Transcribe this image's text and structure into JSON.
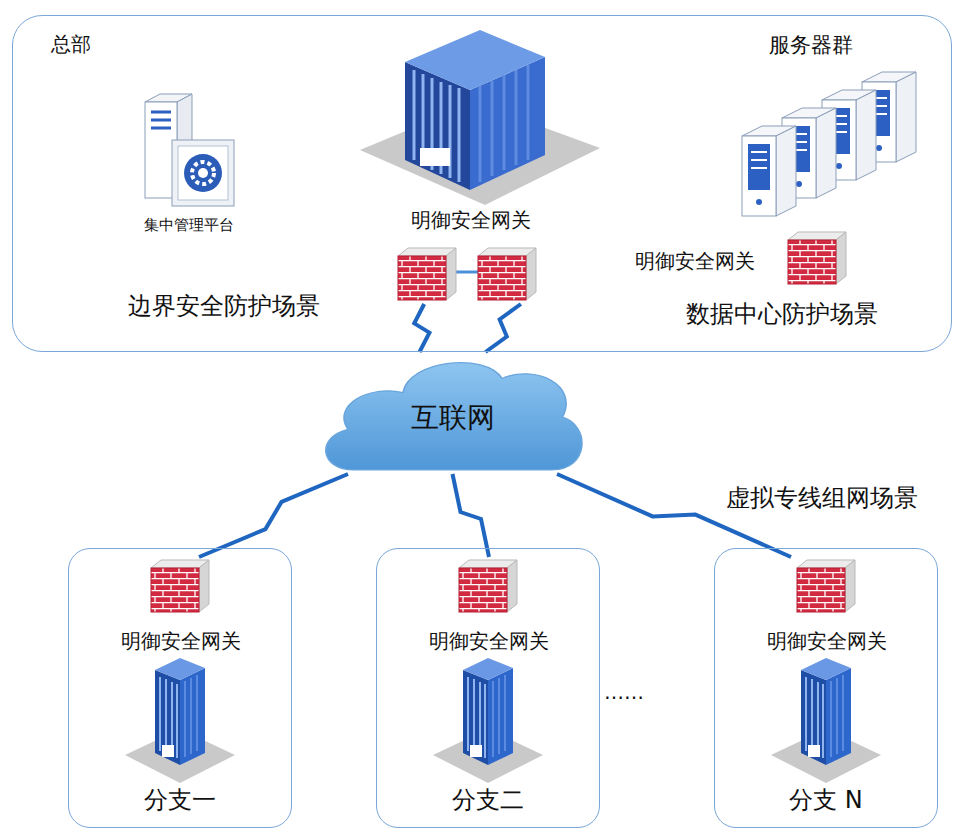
{
  "diagram": {
    "nodes": [
      {
        "text": [
          "总部"
        ]
      },
      {
        "text": [
          "集中管理平台"
        ],
        "in": 0
      },
      {
        "text": [
          "明御安全网关"
        ],
        "in": 0
      },
      {
        "text": [
          "服务器群"
        ],
        "in": 0
      },
      {
        "text": [
          "明御安全网关"
        ],
        "in": 0
      },
      {
        "text": [
          "互联网"
        ]
      },
      {
        "text": [
          "分支一"
        ]
      },
      {
        "text": [
          "明御安全网关"
        ],
        "in": 6
      },
      {
        "text": [
          "分支二"
        ]
      },
      {
        "text": [
          "明御安全网关"
        ],
        "in": 8
      },
      {
        "text": [
          "分支 N"
        ]
      },
      {
        "text": [
          "明御安全网关"
        ],
        "in": 10
      }
    ],
    "edges": [
      {
        "from": 2,
        "to": 5,
        "arrow": "none"
      },
      {
        "from": 2,
        "to": 5,
        "arrow": "none"
      },
      {
        "from": 5,
        "to": 7,
        "arrow": "none"
      },
      {
        "from": 5,
        "to": 9,
        "arrow": "none"
      },
      {
        "from": 5,
        "to": 11,
        "arrow": "none"
      }
    ],
    "labels": [
      "边界安全防护场景",
      "数据中心防护场景",
      "虚拟专线组网场景",
      "……"
    ]
  }
}
